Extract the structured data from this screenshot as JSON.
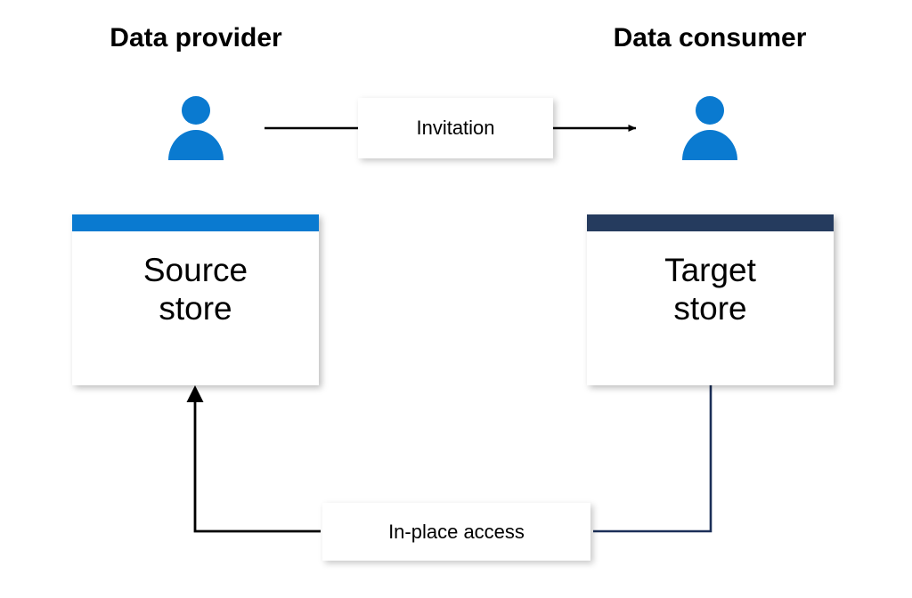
{
  "diagram": {
    "title_provider": "Data provider",
    "title_consumer": "Data consumer",
    "roles": [
      {
        "name": "provider",
        "label": "Data provider",
        "icon": "person-icon",
        "color": "#0A7AD0"
      },
      {
        "name": "consumer",
        "label": "Data consumer",
        "icon": "person-icon",
        "color": "#0A7AD0"
      }
    ],
    "stores": [
      {
        "name": "source-store",
        "label": "Source\nstore",
        "line1": "Source",
        "line2": "store",
        "header_color": "#0A7AD0"
      },
      {
        "name": "target-store",
        "label": "Target\nstore",
        "line1": "Target",
        "line2": "store",
        "header_color": "#253B5E"
      }
    ],
    "edges": [
      {
        "name": "invitation",
        "label": "Invitation",
        "from": "provider",
        "to": "consumer",
        "color": "#000000",
        "arrowhead": "end"
      },
      {
        "name": "in-place-access",
        "label": "In-place access",
        "from": "target-store",
        "to": "source-store",
        "color_from_segment": "#1B2F58",
        "color_to_segment": "#000000",
        "arrowhead": "end"
      }
    ],
    "colors": {
      "brand_blue": "#0A7AD0",
      "navy": "#253B5E",
      "navy_line": "#1B2F58",
      "black": "#000000",
      "background": "#FFFFFF"
    }
  }
}
